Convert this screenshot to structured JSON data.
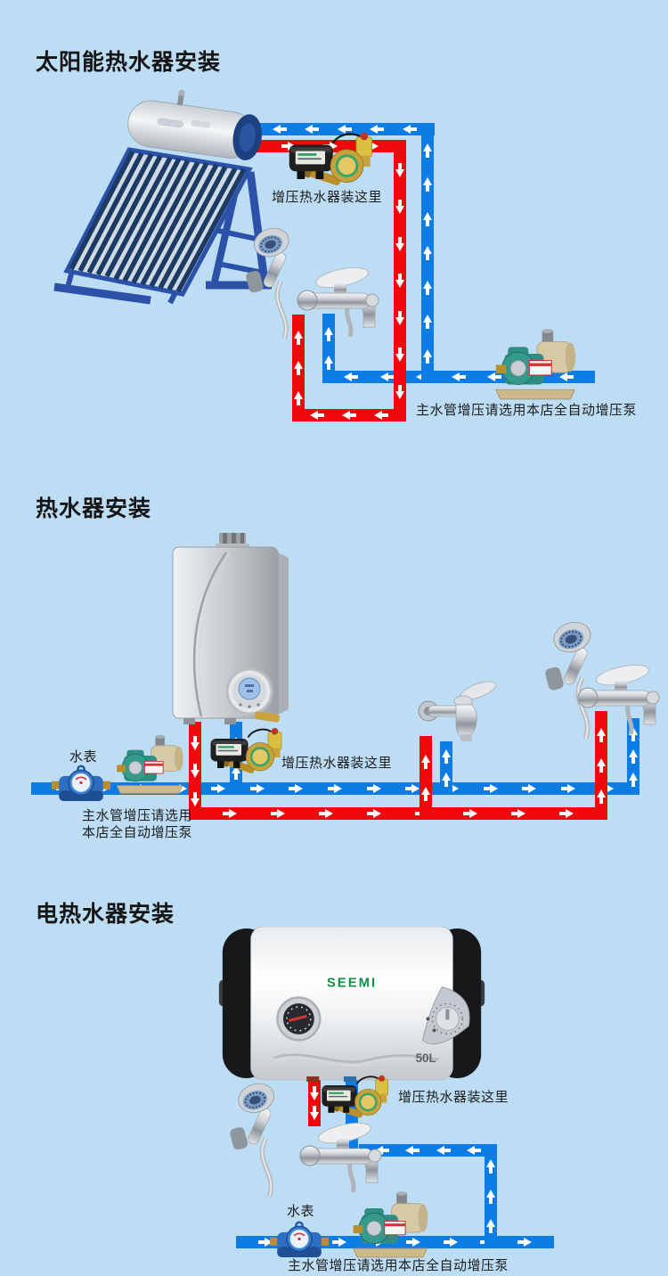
{
  "colors": {
    "bg": "#bdddf4",
    "hot_pipe": "#ee0a0a",
    "cold_pipe": "#0d7ce4",
    "arrow_color": "#ffffff",
    "heading_color": "#151515",
    "label_color": "#1c1c1c"
  },
  "sections": {
    "solar": {
      "heading": "太阳能热水器安装",
      "booster_label": "增压热水器装这里",
      "main_pump_label": "主水管增压请选用本店全自动增压泵"
    },
    "gas": {
      "heading": "热水器安装",
      "meter_label": "水表",
      "booster_label": "增压热水器装这里",
      "main_pump_label_line1": "主水管增压请选用",
      "main_pump_label_line2": "本店全自动增压泵"
    },
    "electric": {
      "heading": "电热水器安装",
      "brand": "SEEMI",
      "capacity": "50L",
      "booster_label": "增压热水器装这里",
      "meter_label": "水表",
      "main_pump_label": "主水管增压请选用本店全自动增压泵"
    }
  }
}
